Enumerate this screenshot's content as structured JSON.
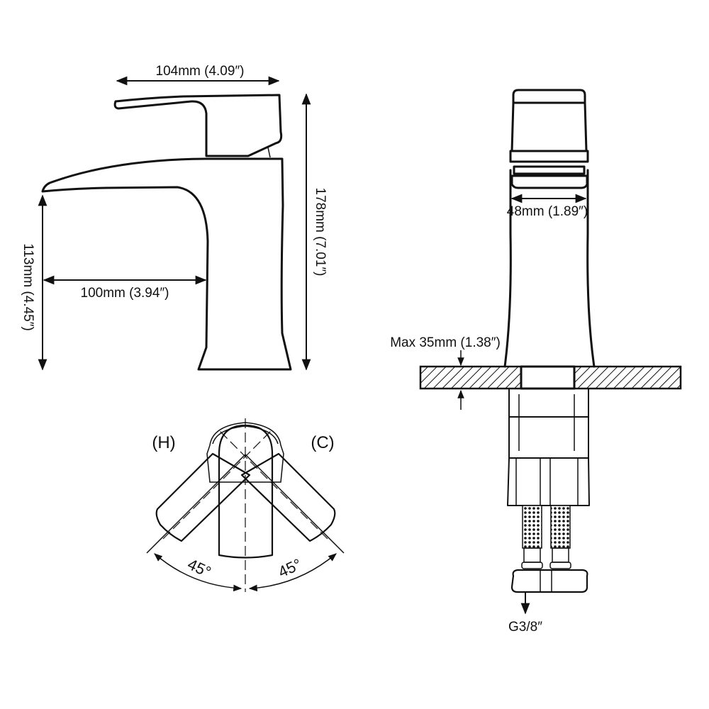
{
  "side_view": {
    "width_label": "104mm (4.09″)",
    "height_label": "178mm (7.01″)",
    "spout_height_label": "113mm (4.45″)",
    "spout_reach_label": "100mm (3.94″)"
  },
  "top_view": {
    "hot_label": "(H)",
    "cold_label": "(C)",
    "left_angle_label": "45°",
    "right_angle_label": "45°"
  },
  "front_view": {
    "body_width_label": "48mm (1.89″)",
    "max_deck_label": "Max 35mm (1.38″)",
    "thread_label": "G3/8″"
  },
  "colors": {
    "line": "#111111",
    "background": "#ffffff"
  }
}
